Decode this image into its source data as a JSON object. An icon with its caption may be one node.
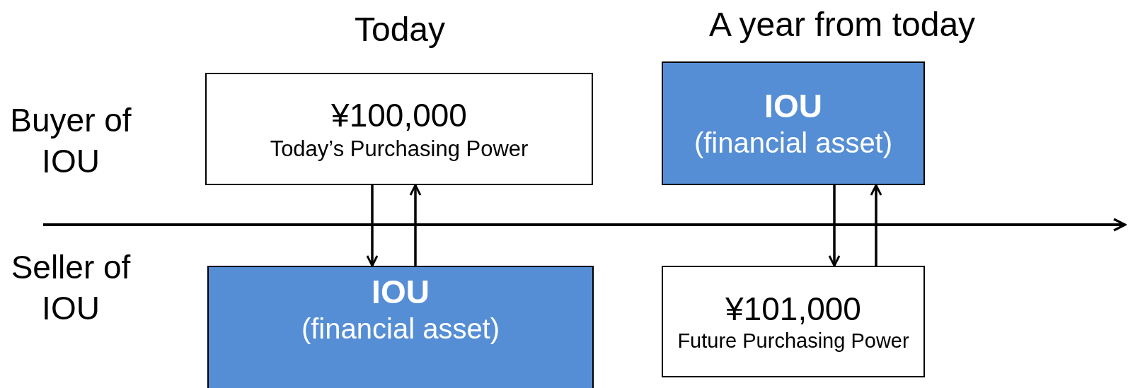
{
  "diagram": {
    "nodes": [
      {
        "text": [
          "¥100,000",
          "Today’s Purchasing Power"
        ]
      },
      {
        "text": [
          "IOU",
          "(financial asset)"
        ]
      },
      {
        "text": [
          "IOU",
          "(financial asset)"
        ]
      },
      {
        "text": [
          "¥101,000",
          "Future Purchasing Power"
        ]
      }
    ],
    "edges": [
      {
        "from": 0,
        "to": 2,
        "arrow": "to"
      },
      {
        "from": 2,
        "to": 0,
        "arrow": "to"
      },
      {
        "from": 1,
        "to": 3,
        "arrow": "to"
      },
      {
        "from": 3,
        "to": 1,
        "arrow": "to"
      }
    ],
    "labels": [
      "Today",
      "A year from today",
      "Buyer of IOU",
      "Seller of IOU"
    ]
  }
}
